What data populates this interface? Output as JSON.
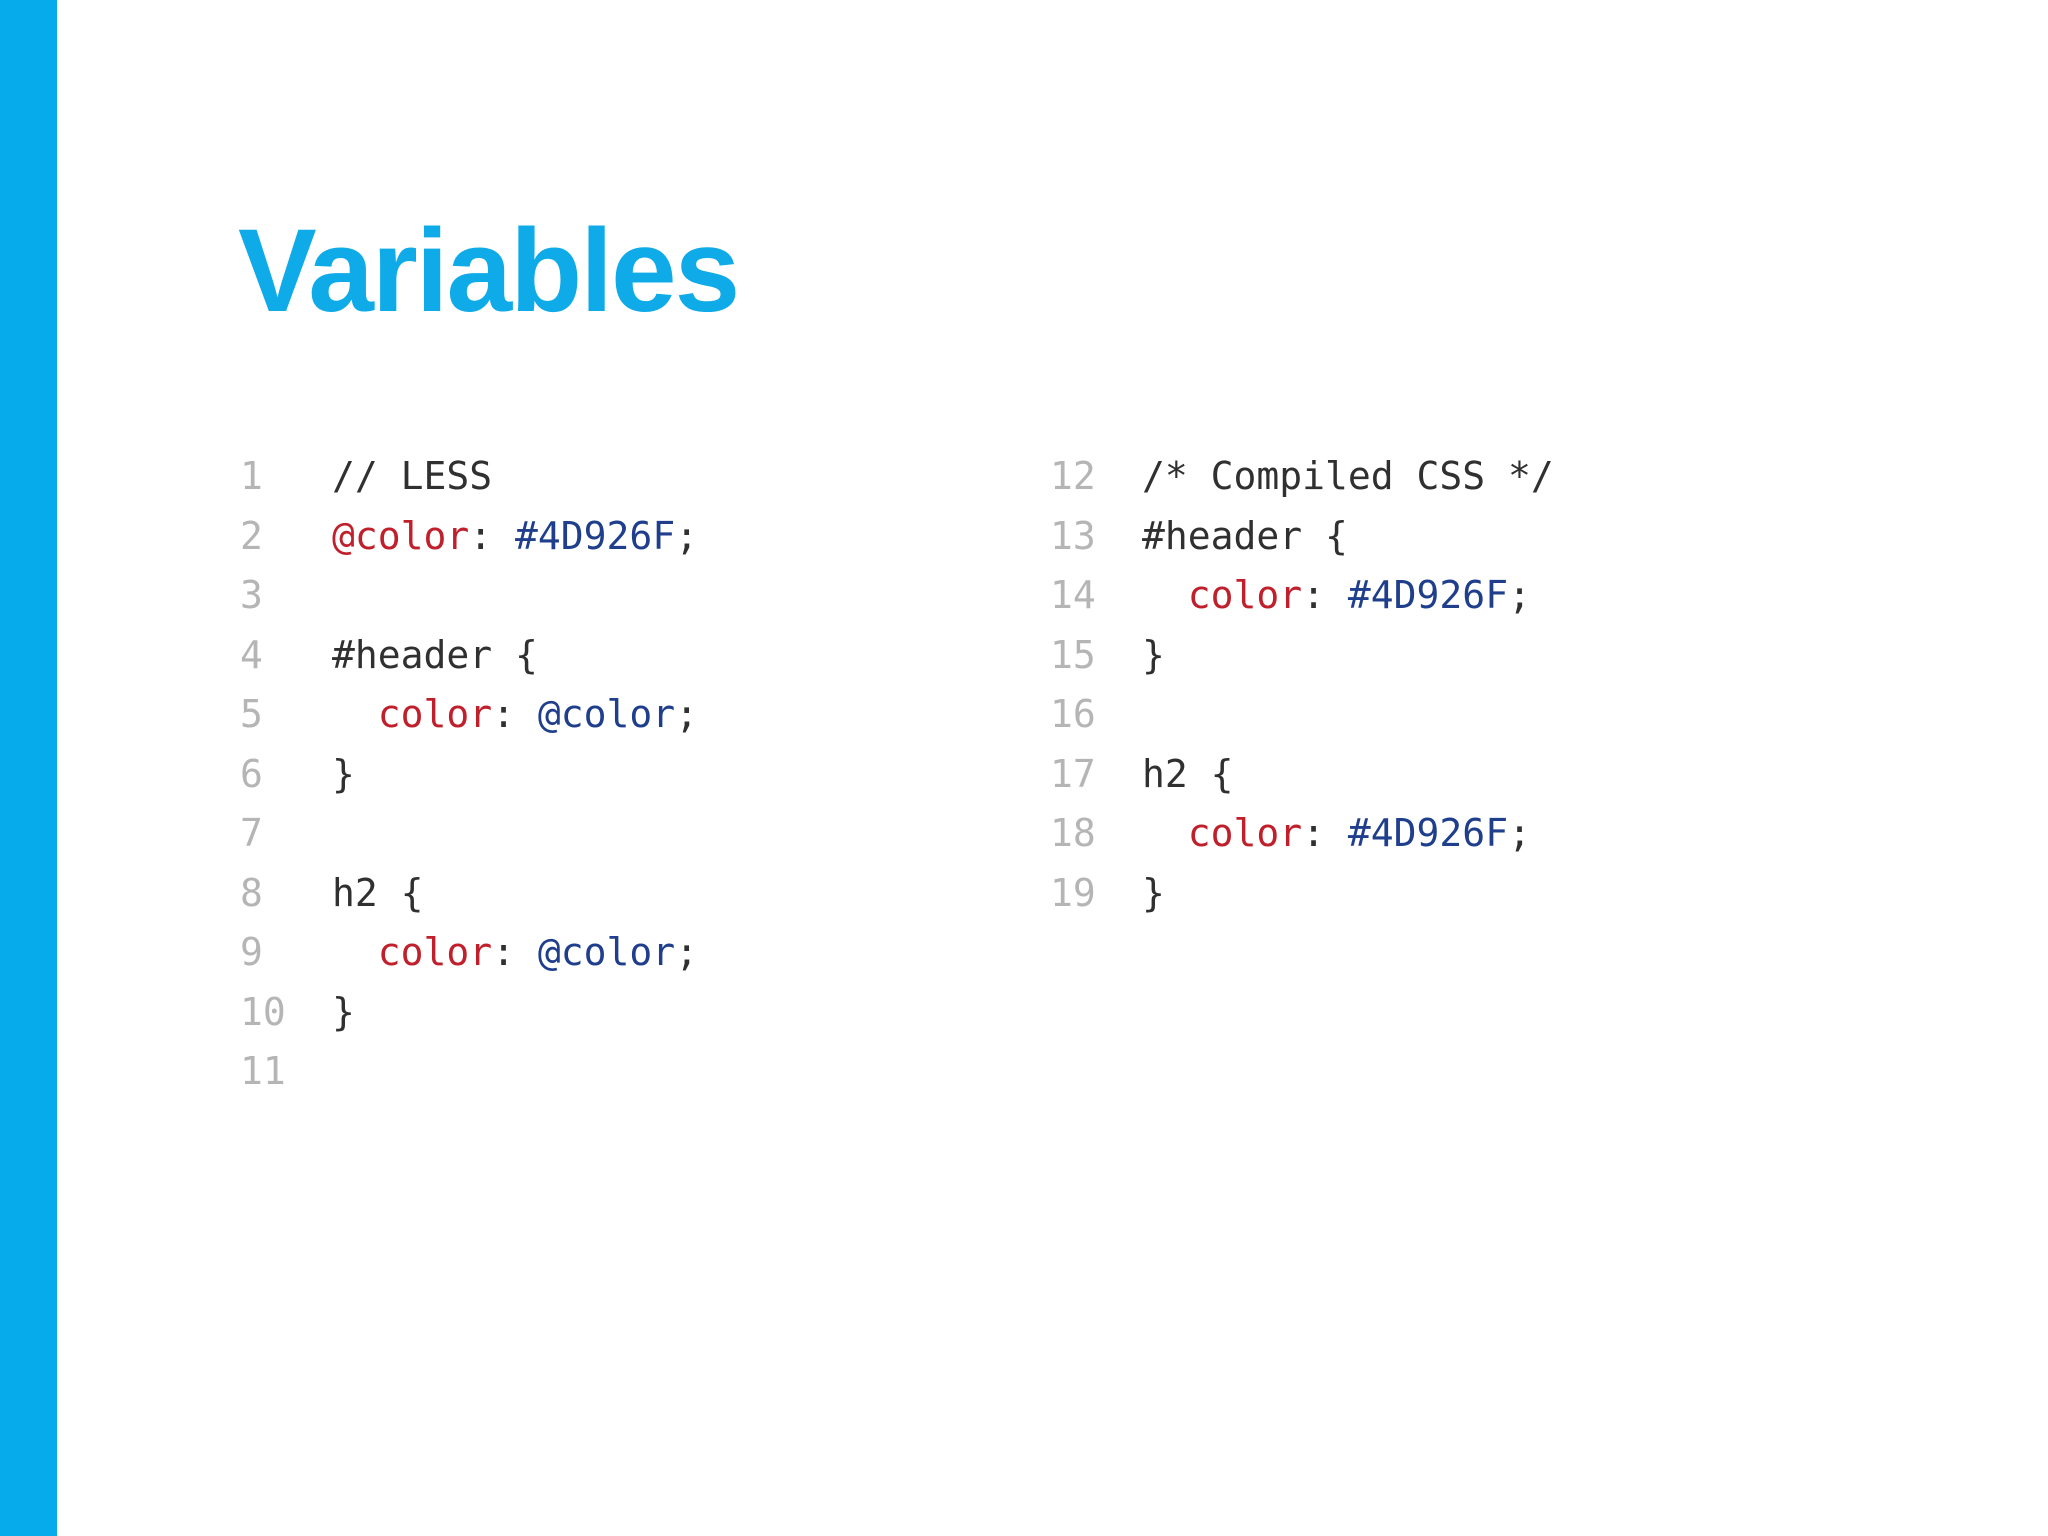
{
  "slide": {
    "title": "Variables",
    "accent_color": "#06ABEC",
    "title_color": "#0FAAE8",
    "background_color": "#FFFFFF"
  },
  "palette": {
    "line_number": "#B5B5B5",
    "plain": "#303030",
    "property": "#C0202C",
    "variable": "#C0202C",
    "value": "#1F3E8C"
  },
  "code": {
    "left_column": {
      "language_label": "// LESS",
      "lines": [
        {
          "number": "1",
          "tokens": [
            {
              "t": "// LESS",
              "k": "comment"
            }
          ]
        },
        {
          "number": "2",
          "tokens": [
            {
              "t": "@color",
              "k": "var"
            },
            {
              "t": ": ",
              "k": "punct"
            },
            {
              "t": "#4D926F",
              "k": "value"
            },
            {
              "t": ";",
              "k": "punct"
            }
          ]
        },
        {
          "number": "3",
          "tokens": [
            {
              "t": "",
              "k": "plain"
            }
          ]
        },
        {
          "number": "4",
          "tokens": [
            {
              "t": "#header {",
              "k": "plain"
            }
          ]
        },
        {
          "number": "5",
          "tokens": [
            {
              "t": "  ",
              "k": "plain"
            },
            {
              "t": "color",
              "k": "prop"
            },
            {
              "t": ": ",
              "k": "punct"
            },
            {
              "t": "@color",
              "k": "value"
            },
            {
              "t": ";",
              "k": "punct"
            }
          ]
        },
        {
          "number": "6",
          "tokens": [
            {
              "t": "}",
              "k": "plain"
            }
          ]
        },
        {
          "number": "7",
          "tokens": [
            {
              "t": "",
              "k": "plain"
            }
          ]
        },
        {
          "number": "8",
          "tokens": [
            {
              "t": "h2 {",
              "k": "plain"
            }
          ]
        },
        {
          "number": "9",
          "tokens": [
            {
              "t": "  ",
              "k": "plain"
            },
            {
              "t": "color",
              "k": "prop"
            },
            {
              "t": ": ",
              "k": "punct"
            },
            {
              "t": "@color",
              "k": "value"
            },
            {
              "t": ";",
              "k": "punct"
            }
          ]
        },
        {
          "number": "10",
          "tokens": [
            {
              "t": "}",
              "k": "plain"
            }
          ]
        },
        {
          "number": "11",
          "tokens": [
            {
              "t": "",
              "k": "plain"
            }
          ]
        }
      ]
    },
    "right_column": {
      "language_label": "/* Compiled CSS */",
      "lines": [
        {
          "number": "12",
          "tokens": [
            {
              "t": "/* Compiled CSS */",
              "k": "comment"
            }
          ]
        },
        {
          "number": "13",
          "tokens": [
            {
              "t": "#header {",
              "k": "plain"
            }
          ]
        },
        {
          "number": "14",
          "tokens": [
            {
              "t": "  ",
              "k": "plain"
            },
            {
              "t": "color",
              "k": "prop"
            },
            {
              "t": ": ",
              "k": "punct"
            },
            {
              "t": "#4D926F",
              "k": "value"
            },
            {
              "t": ";",
              "k": "punct"
            }
          ]
        },
        {
          "number": "15",
          "tokens": [
            {
              "t": "}",
              "k": "plain"
            }
          ]
        },
        {
          "number": "16",
          "tokens": [
            {
              "t": "",
              "k": "plain"
            }
          ]
        },
        {
          "number": "17",
          "tokens": [
            {
              "t": "h2 {",
              "k": "plain"
            }
          ]
        },
        {
          "number": "18",
          "tokens": [
            {
              "t": "  ",
              "k": "plain"
            },
            {
              "t": "color",
              "k": "prop"
            },
            {
              "t": ": ",
              "k": "punct"
            },
            {
              "t": "#4D926F",
              "k": "value"
            },
            {
              "t": ";",
              "k": "punct"
            }
          ]
        },
        {
          "number": "19",
          "tokens": [
            {
              "t": "}",
              "k": "plain"
            }
          ]
        }
      ]
    }
  }
}
